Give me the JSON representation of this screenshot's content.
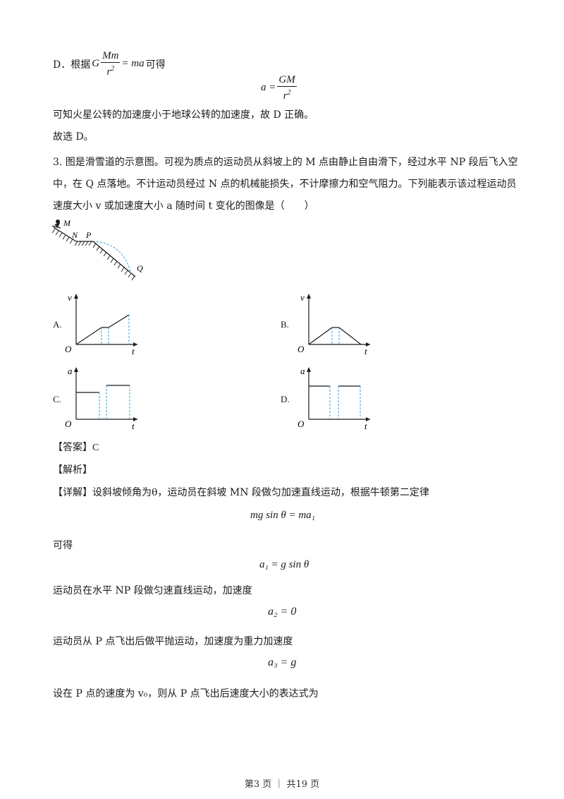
{
  "prev": {
    "d_prefix": "D．根据",
    "d_formula_lhs_G": "G",
    "d_formula_num": "Mm",
    "d_formula_den": "r",
    "d_formula_rhs": "= ma",
    "d_suffix": "可得",
    "a_lhs": "a =",
    "a_num": "GM",
    "a_den": "r",
    "conclusion": "可知火星公转的加速度小于地球公转的加速度，故 D 正确。",
    "choose": "故选 D。"
  },
  "question": {
    "text": "3. 图是滑雪道的示意图。可视为质点的运动员从斜坡上的 M 点由静止自由滑下，经过水平 NP 段后飞入空中，在 Q 点落地。不计运动员经过 N 点的机械能损失，不计摩擦力和空气阻力。下列能表示该过程运动员速度大小 v 或加速度大小 a 随时间 t 变化的图像是（　　）",
    "diagram": {
      "M": "M",
      "N": "N",
      "P": "P",
      "Q": "Q"
    },
    "options": {
      "A": {
        "label": "A.",
        "y": "v",
        "x": "t",
        "o": "O"
      },
      "B": {
        "label": "B.",
        "y": "v",
        "x": "t",
        "o": "O"
      },
      "C": {
        "label": "C.",
        "y": "a",
        "x": "t",
        "o": "O"
      },
      "D": {
        "label": "D.",
        "y": "a",
        "x": "t",
        "o": "O"
      }
    }
  },
  "answer": {
    "label": "【答案】",
    "value": "C",
    "analysis_label": "【解析】",
    "detail_label": "【详解】",
    "detail_text": "设斜坡倾角为θ，运动员在斜坡 MN 段做匀加速直线运动，根据牛顿第二定律",
    "eq1": "mg sin θ = ma₁",
    "keyi": "可得",
    "eq2": "a₁ = g sin θ",
    "np_text": "运动员在水平 NP 段做匀速直线运动，加速度",
    "eq3": "a₂ = 0",
    "p_text": "运动员从 P 点飞出后做平抛运动，加速度为重力加速度",
    "eq4": "a₃ = g",
    "v0_text": "设在 P 点的速度为 v₀，则从 P 点飞出后速度大小的表达式为"
  },
  "footer": "第3 页 ｜ 共19 页",
  "colors": {
    "dash": "#3aa0d8",
    "line": "#1a1a1a"
  }
}
